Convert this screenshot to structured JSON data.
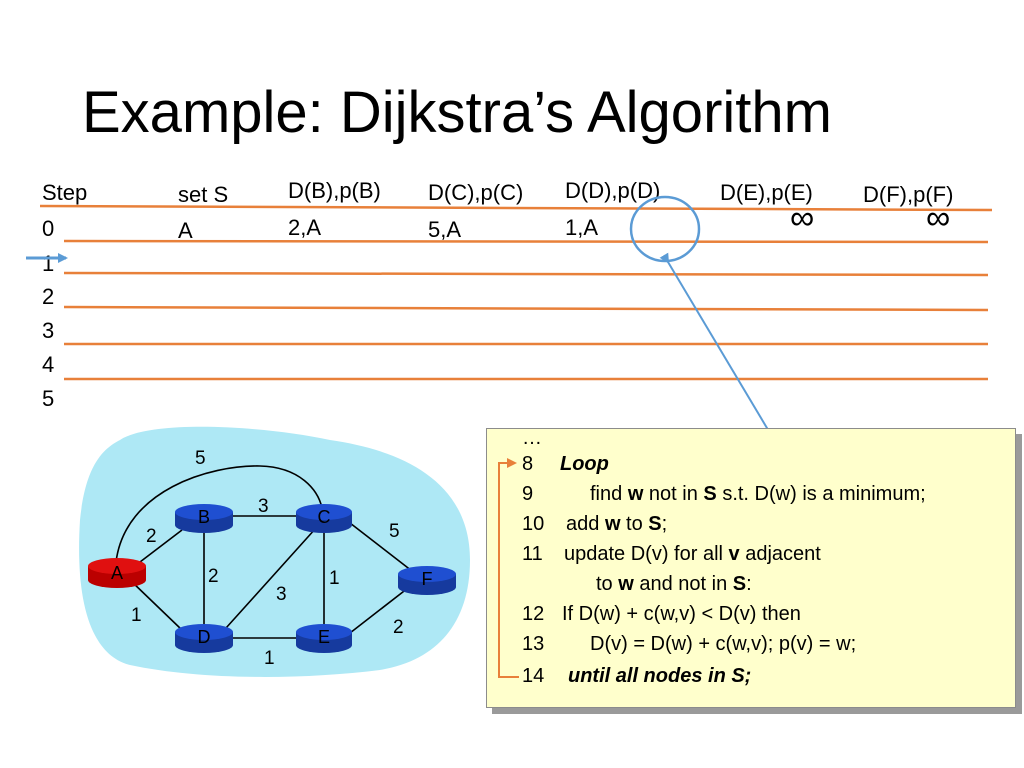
{
  "title": "Example: Dijkstra’s Algorithm",
  "table": {
    "headers": {
      "step": "Step",
      "set_s": "set S",
      "db": "D(B),p(B)",
      "dc": "D(C),p(C)",
      "dd": "D(D),p(D)",
      "de": "D(E),p(E)",
      "df": "D(F),p(F)"
    },
    "steps": [
      "0",
      "1",
      "2",
      "3",
      "4",
      "5"
    ],
    "row0": {
      "set_s": "A",
      "db": "2,A",
      "dc": "5,A",
      "dd": "1,A",
      "de": "∞",
      "df": "∞"
    }
  },
  "graph": {
    "nodes": [
      "A",
      "B",
      "C",
      "D",
      "E",
      "F"
    ],
    "highlight_node": "A",
    "edge_weights": {
      "A_C": "5",
      "B_C": "3",
      "A_B": "2",
      "C_F": "5",
      "B_D": "2",
      "C_E": "1",
      "C_D": "3",
      "A_D": "1",
      "E_F": "2",
      "D_E": "1"
    },
    "colors": {
      "node": "#1f4fd1",
      "start_node": "#e01010",
      "cloud": "#aee8f5"
    }
  },
  "code": {
    "lines": [
      {
        "num": "…",
        "text": ""
      },
      {
        "num": "8",
        "text": "Loop"
      },
      {
        "num": "9",
        "pre": "find ",
        "w": "w",
        "mid": " not in ",
        "s": "S",
        "post": " s.t. D(w) is a minimum;"
      },
      {
        "num": "10",
        "pre": "add ",
        "w": "w",
        "mid": " to ",
        "s": "S",
        "post": ";"
      },
      {
        "num": "11",
        "pre": "update D(v) for all ",
        "v": "v",
        "post": " adjacent"
      },
      {
        "num": "",
        "pre": "to ",
        "w": "w",
        "mid": " and not in ",
        "s": "S",
        "post": ":"
      },
      {
        "num": "12",
        "text": "If D(w) + c(w,v) < D(v) then"
      },
      {
        "num": "13",
        "text": "D(v) = D(w) + c(w,v); p(v) = w;"
      },
      {
        "num": "14",
        "text": "until all nodes in S;"
      }
    ]
  },
  "colors": {
    "rule": "#e8803a",
    "annotation": "#5b9bd5"
  }
}
